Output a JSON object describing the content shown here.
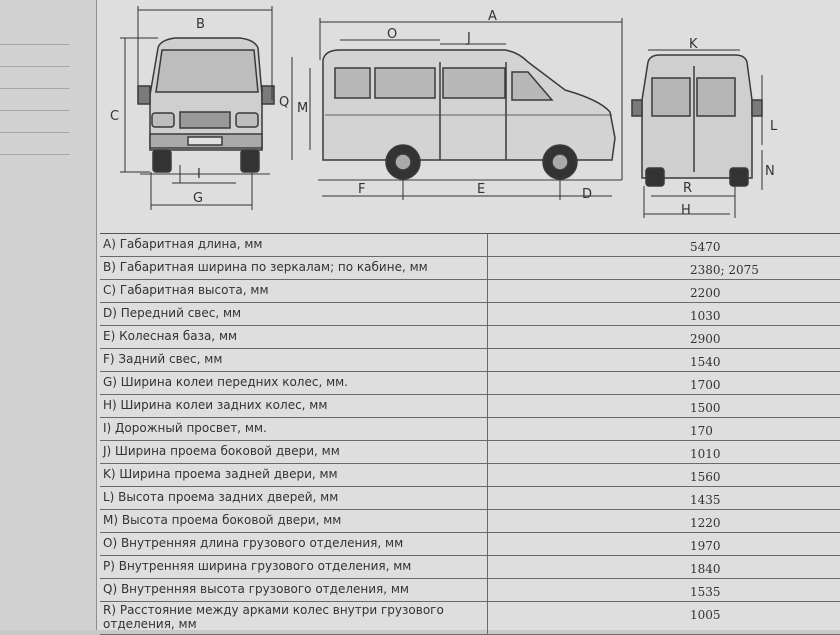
{
  "diagram": {
    "labels": {
      "A": "A",
      "B": "B",
      "C": "C",
      "D": "D",
      "E": "E",
      "F": "F",
      "G": "G",
      "H": "H",
      "I": "I",
      "J": "J",
      "K": "K",
      "L": "L",
      "M": "M",
      "N": "N",
      "O": "O",
      "Q": "Q",
      "R": "R"
    }
  },
  "table": {
    "rows": [
      {
        "param": "A) Габаритная длина, мм",
        "value": "5470"
      },
      {
        "param": "B) Габаритная ширина по зеркалам; по кабине, мм",
        "value": "2380; 2075"
      },
      {
        "param": "C) Габаритная высота, мм",
        "value": "2200"
      },
      {
        "param": "D) Передний свес, мм",
        "value": "1030"
      },
      {
        "param": "E) Колесная база, мм",
        "value": "2900"
      },
      {
        "param": "F) Задний свес, мм",
        "value": "1540"
      },
      {
        "param": "G) Ширина колеи передних колес, мм.",
        "value": "1700"
      },
      {
        "param": "H) Ширина колеи задних колес, мм",
        "value": "1500"
      },
      {
        "param": "I) Дорожный просвет, мм.",
        "value": "170"
      },
      {
        "param": "J) Ширина проема боковой двери, мм",
        "value": "1010"
      },
      {
        "param": "K) Ширина проема задней двери, мм",
        "value": "1560"
      },
      {
        "param": "L) Высота проема задних дверей, мм",
        "value": "1435"
      },
      {
        "param": "M) Высота проема боковой двери, мм",
        "value": "1220"
      },
      {
        "param": "O) Внутренняя длина грузового отделения, мм",
        "value": "1970"
      },
      {
        "param": "P) Внутренняя ширина грузового отделения, мм",
        "value": "1840"
      },
      {
        "param": "Q) Внутренняя высота грузового отделения, мм",
        "value": "1535"
      },
      {
        "param": "R) Расстояние между арками колес внутри грузового отделения, мм",
        "value": "1005"
      }
    ]
  }
}
